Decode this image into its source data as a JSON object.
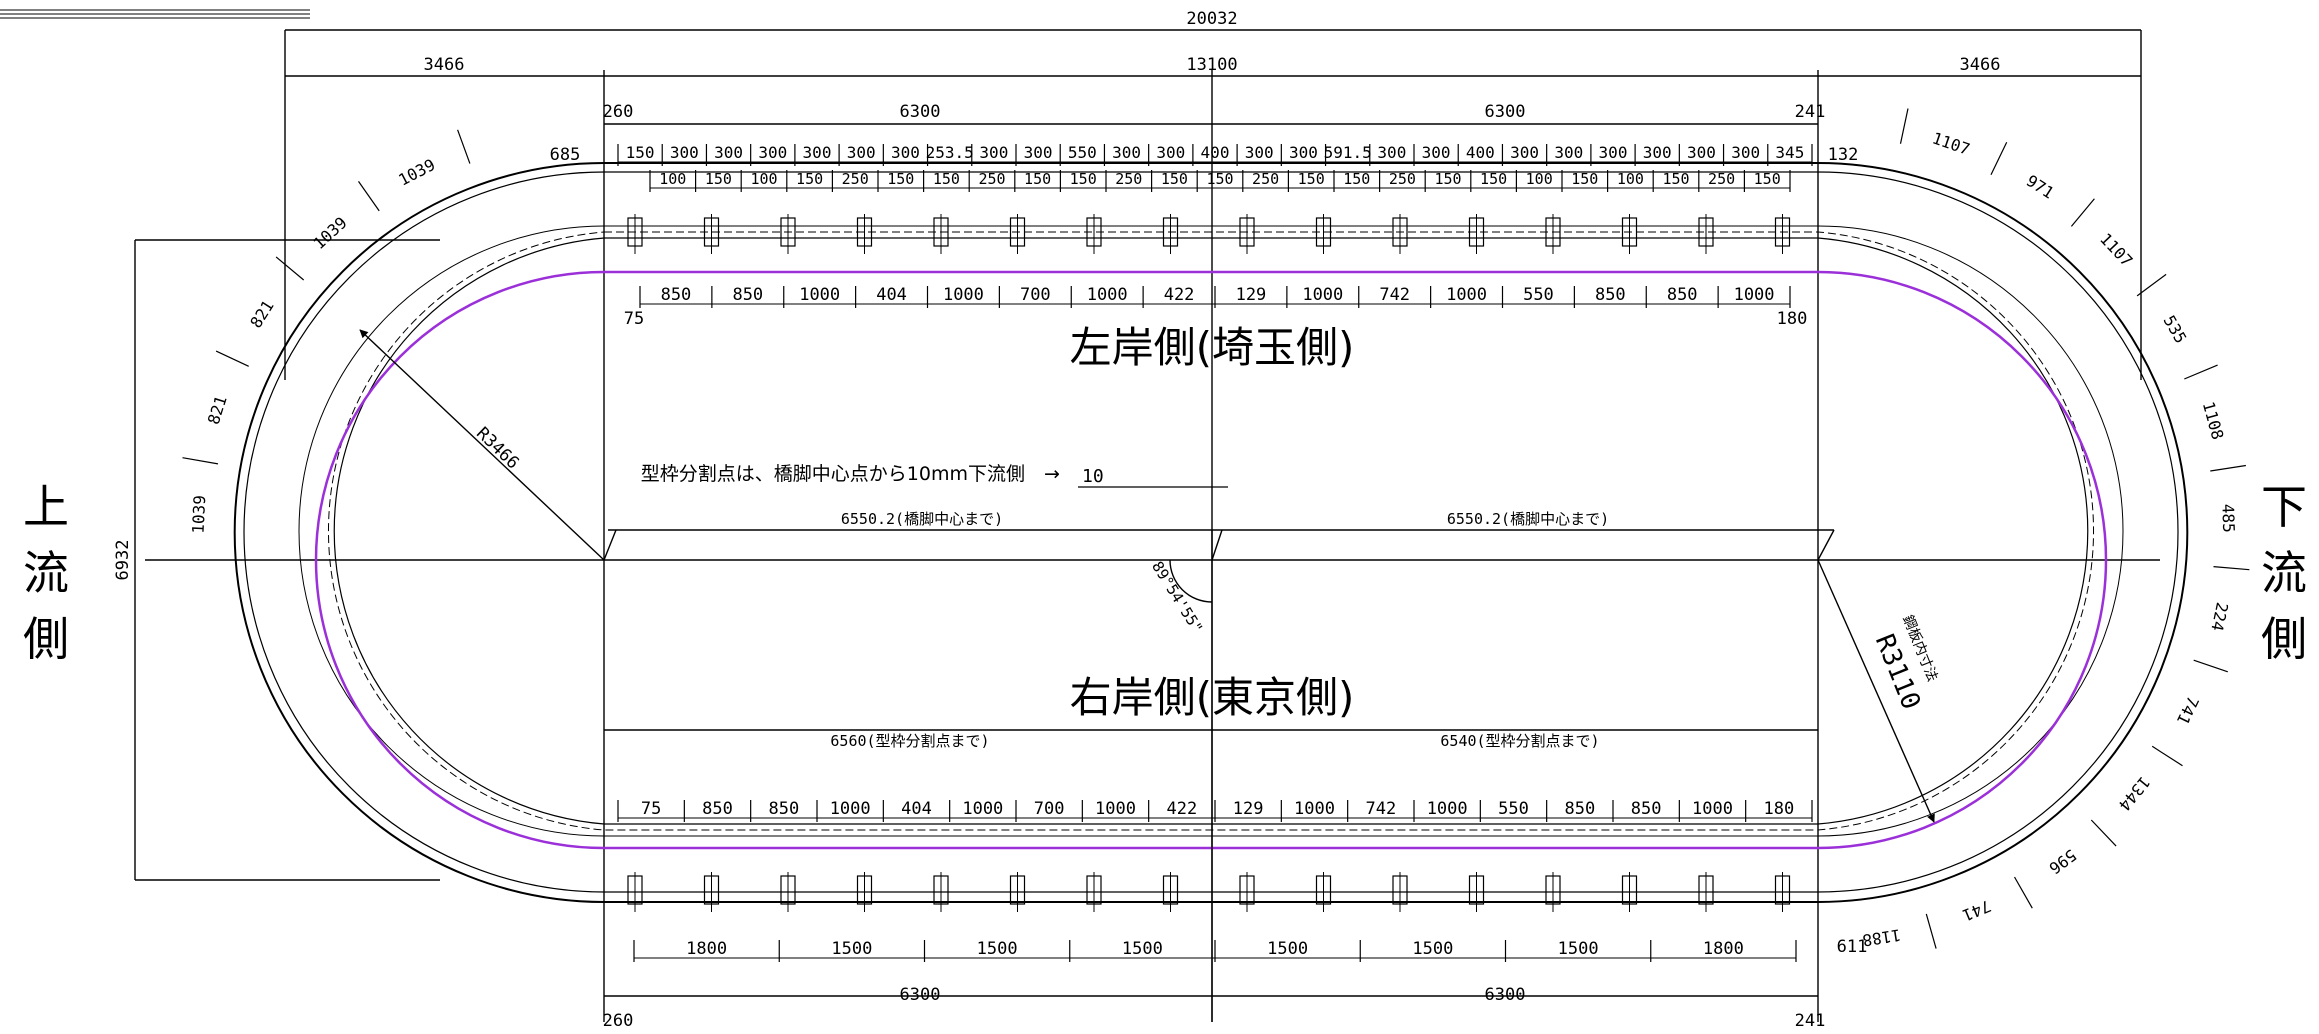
{
  "overall": {
    "total_length": "20032",
    "left_end": "3466",
    "straight": "13100",
    "right_end": "3466",
    "half_a": "6300",
    "half_b": "6300",
    "offset_left": "260",
    "offset_right": "241",
    "height": "6932"
  },
  "sides": {
    "upstream": [
      "上",
      "流",
      "側"
    ],
    "downstream": [
      "下",
      "流",
      "側"
    ],
    "left_bank": "左岸側(埼玉側)",
    "right_bank": "右岸側(東京側)"
  },
  "notes": {
    "form_split": "型枠分割点は、橋脚中心点から10mm下流側",
    "arrow": "→",
    "form_split_value": "10",
    "pier_left": "6550.2(橋脚中心まで)",
    "pier_right": "6550.2(橋脚中心まで)",
    "split_left": "6560(型枠分割点まで)",
    "split_right": "6540(型枠分割点まで)",
    "angle": "89°54'55\"",
    "radius_outer": "R3466",
    "radius_inner": "R3110",
    "radius_inner_note": "鋼板内寸法"
  },
  "top": {
    "row1": [
      "150",
      "300",
      "300",
      "300",
      "300",
      "300",
      "300",
      "253.5",
      "300",
      "300",
      "550",
      "300",
      "300",
      "400",
      "300",
      "300",
      "591.5",
      "300",
      "300",
      "400",
      "300",
      "300",
      "300",
      "300",
      "300",
      "300",
      "345"
    ],
    "row2": [
      "100",
      "150",
      "100",
      "150",
      "250",
      "150",
      "150",
      "250",
      "150",
      "150",
      "250",
      "150",
      "150",
      "250",
      "150",
      "150",
      "250",
      "150",
      "150",
      "100",
      "150",
      "100",
      "150",
      "250",
      "150"
    ],
    "row3": [
      "850",
      "850",
      "1000",
      "404",
      "1000",
      "700",
      "1000",
      "422",
      "129",
      "1000",
      "742",
      "1000",
      "550",
      "850",
      "850",
      "1000"
    ],
    "edge_left": "75",
    "edge_right": "180",
    "end_left": "685",
    "end_right": "132"
  },
  "bottom": {
    "row1": [
      "75",
      "850",
      "850",
      "1000",
      "404",
      "1000",
      "700",
      "1000",
      "422",
      "129",
      "1000",
      "742",
      "1000",
      "550",
      "850",
      "850",
      "1000",
      "180"
    ],
    "row2": [
      "1800",
      "1500",
      "1500",
      "1500",
      "1500",
      "1500",
      "1500",
      "1800"
    ],
    "half_a": "6300",
    "half_b": "6300",
    "offset_left": "260",
    "offset_right": "241",
    "end_right": "611"
  },
  "arcs": {
    "left": [
      "1039",
      "1039",
      "821",
      "821",
      "1039"
    ],
    "right": [
      "1107",
      "971",
      "1107",
      "535",
      "1108",
      "485",
      "224",
      "741",
      "1344",
      "596",
      "741",
      "1188"
    ]
  },
  "colors": {
    "inner_line": "#9b30d9",
    "ink": "#000000"
  }
}
